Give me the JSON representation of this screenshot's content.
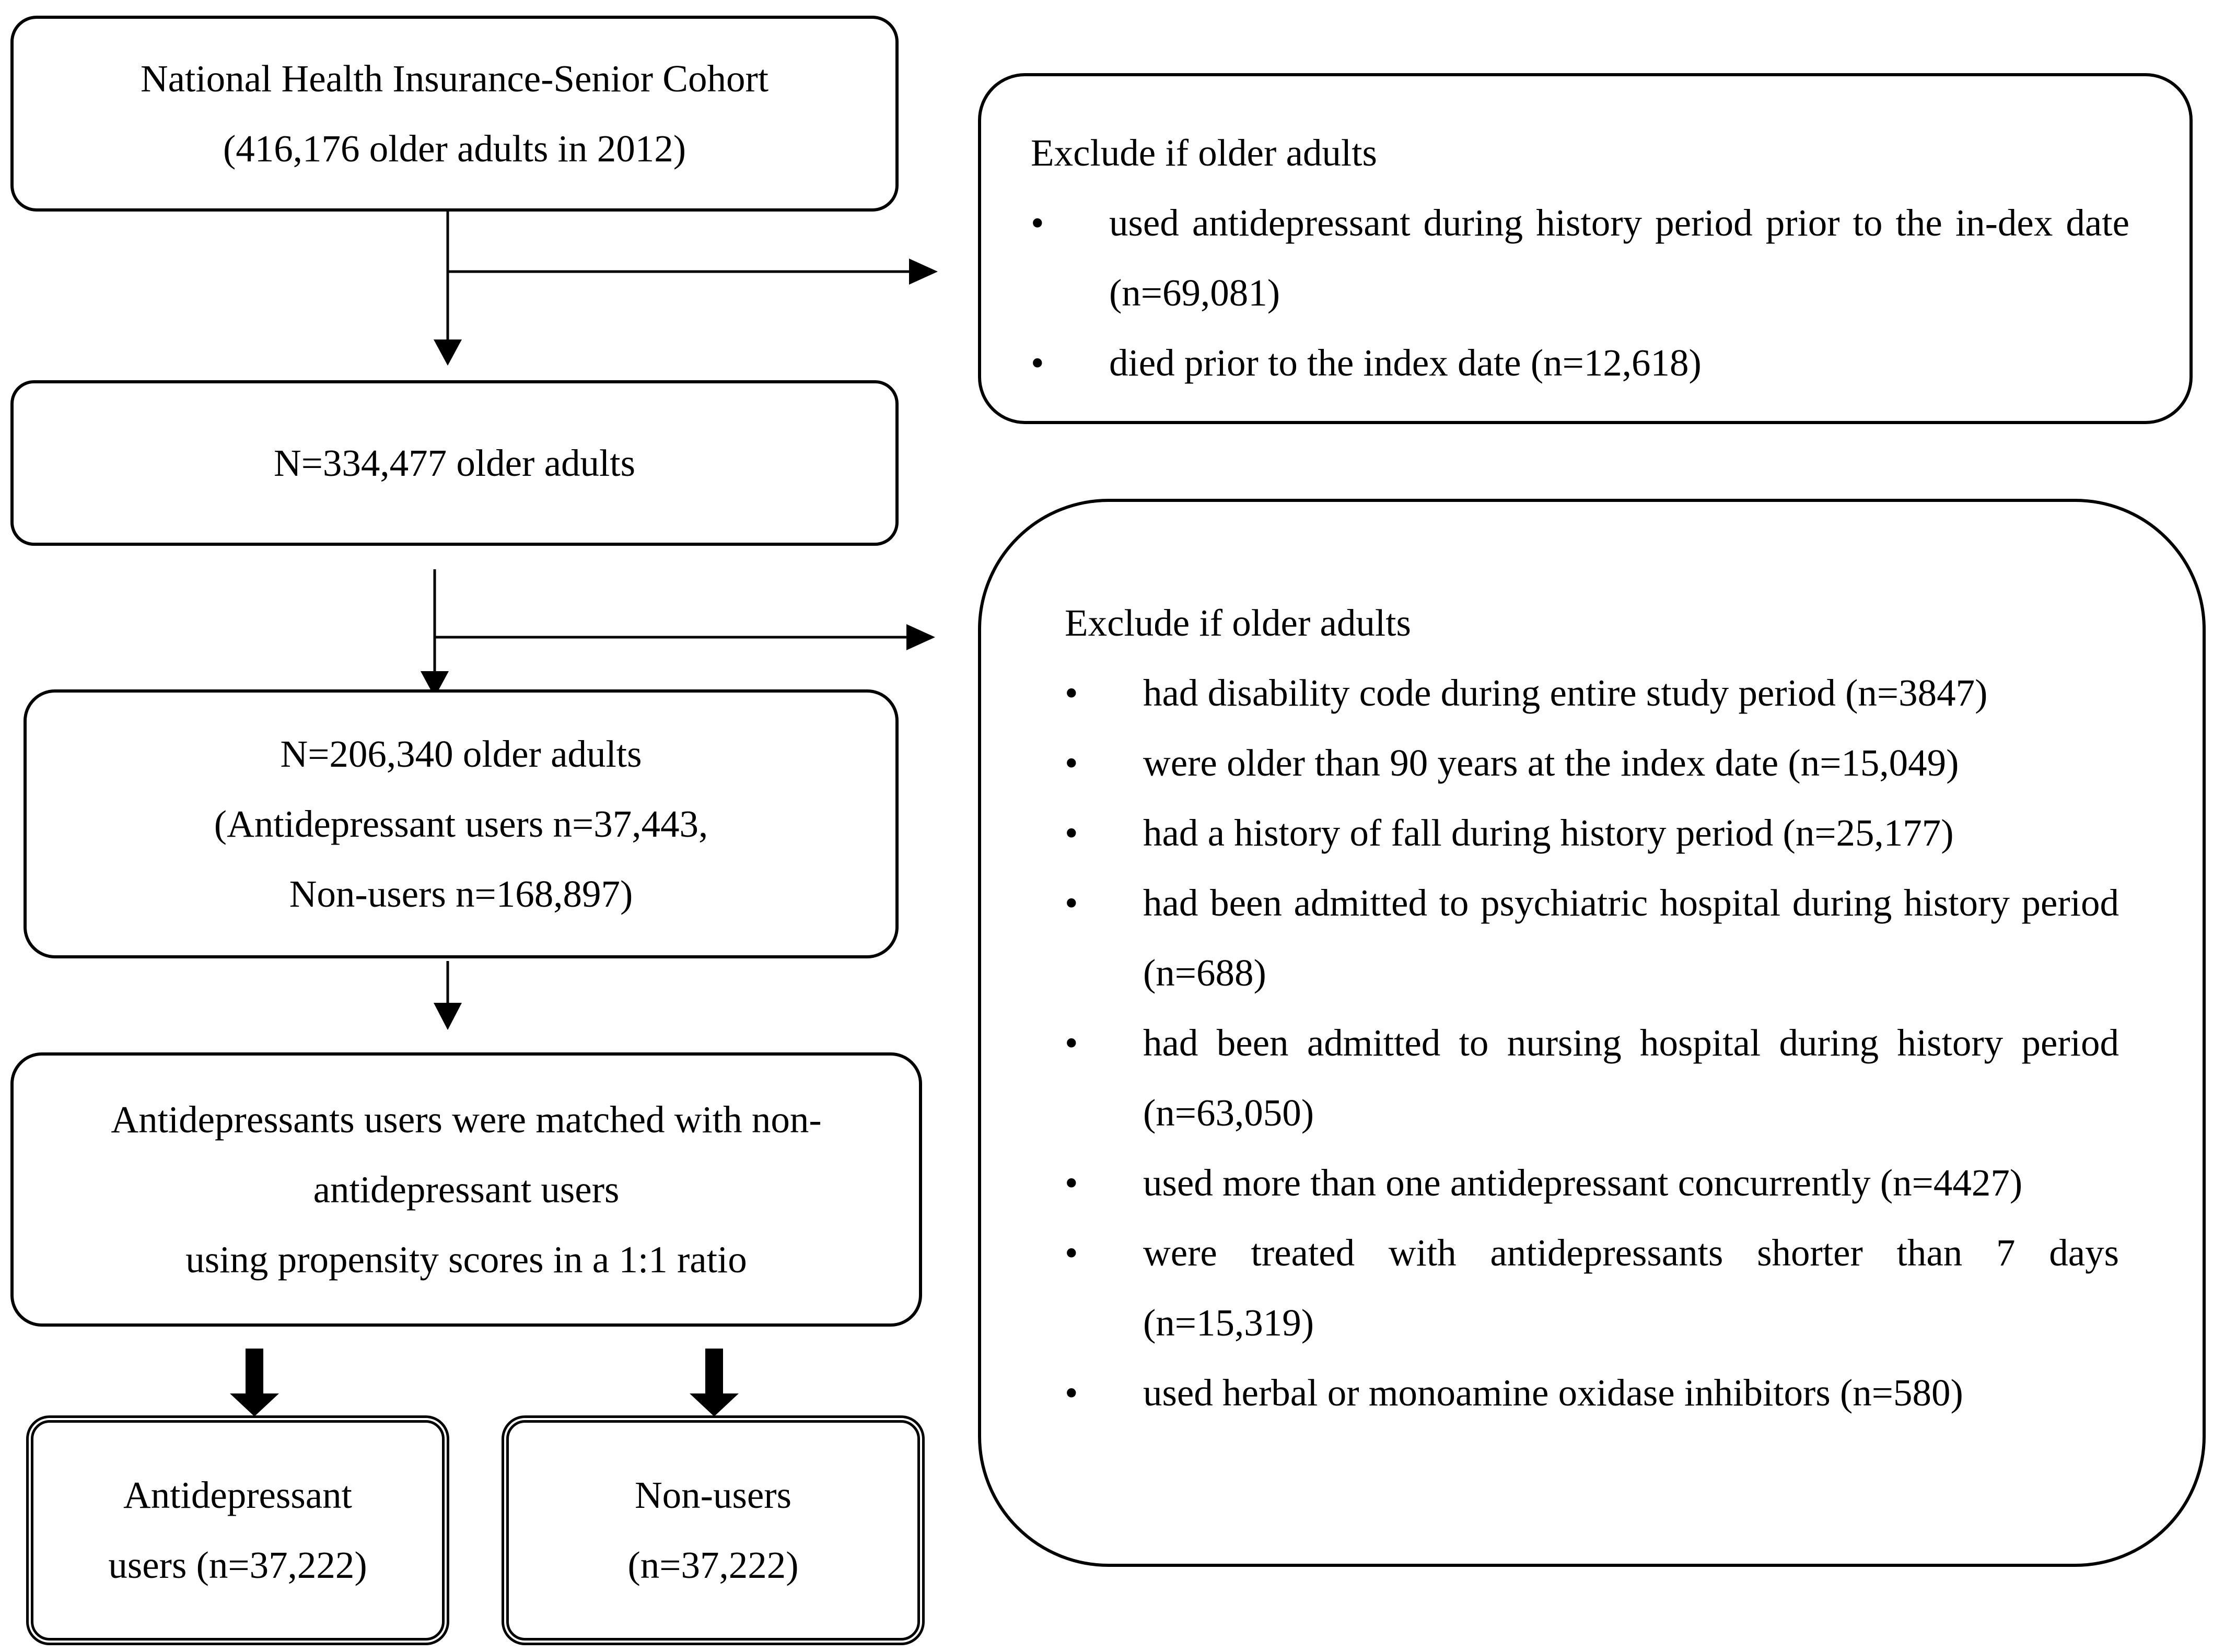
{
  "cohort_box": {
    "line1": "National Health Insurance-Senior Cohort",
    "line2": "(416,176 older adults in 2012)"
  },
  "n1_box": {
    "line1": "N=334,477 older adults"
  },
  "n2_box": {
    "line1": "N=206,340 older adults",
    "line2": "(Antidepressant users n=37,443,",
    "line3": "Non-users n=168,897)"
  },
  "match_box": {
    "line1": "Antidepressants users were matched with non-",
    "line2": "antidepressant users",
    "line3": "using propensity scores in a 1:1 ratio"
  },
  "users_box": {
    "line1": "Antidepressant",
    "line2": "users (n=37,222)"
  },
  "nonusers_box": {
    "line1": "Non-users",
    "line2": "(n=37,222)"
  },
  "exclusion1": {
    "heading": "Exclude if older adults",
    "items": [
      "used antidepressant during history period prior to the in-dex date (n=69,081)",
      "died prior to the index date (n=12,618)"
    ]
  },
  "exclusion2": {
    "heading": "Exclude if older adults",
    "items": [
      "had disability code during entire study period (n=3847)",
      "were older than 90 years at the index date (n=15,049)",
      "had a history of fall during history period (n=25,177)",
      "had been admitted to psychiatric hospital during history period (n=688)",
      "had been admitted to nursing hospital during history period (n=63,050)",
      "used more than one antidepressant concurrently (n=4427)",
      "were treated with antidepressants shorter than 7 days (n=15,319)",
      "used herbal or monoamine oxidase inhibitors (n=580)"
    ],
    "bullet": "•"
  }
}
